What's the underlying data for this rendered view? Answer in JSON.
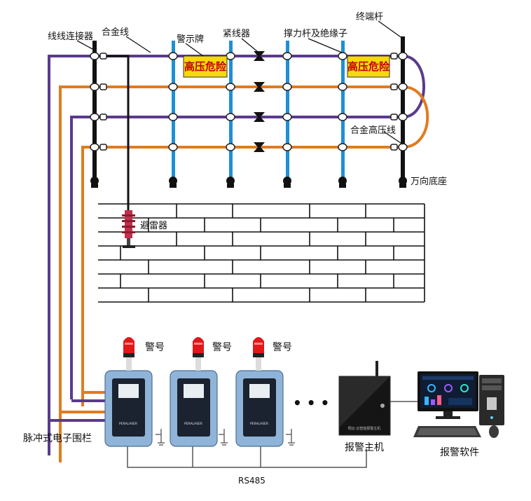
{
  "labels": {
    "wire_connector": "线线连接器",
    "alloy_wire": "合金线",
    "warning_sign": "警示牌",
    "tensioner": "紧线器",
    "support_insulator": "撑力杆及绝缘子",
    "end_pole": "终端杆",
    "alloy_hv_wire": "合金高压线",
    "universal_base": "万向底座",
    "lightning_arrester": "避雷器",
    "alarm_light": "警号",
    "pulse_fence": "脉冲式电子围栏",
    "alarm_host": "报警主机",
    "alarm_software": "报警软件",
    "rs485": "RS485",
    "ellipsis": "• • •"
  },
  "signs": [
    "高压危险",
    "高压危险"
  ],
  "controllers": [
    {
      "brand": "PERALASER"
    },
    {
      "brand": "PERALASER"
    },
    {
      "brand": "PERALASER"
    }
  ],
  "alarm_host_panel_text": "翔云·云智能报警主机",
  "colors": {
    "purple_wire": "#5b3a8e",
    "orange_wire": "#e07b1f",
    "blue_pole": "#1f8fd6",
    "black_pole": "#111111",
    "sign_bg": "#f5d90a",
    "sign_text": "#c40000",
    "controller_body": "#8fb4d8",
    "alarm_red": "#e01818"
  }
}
